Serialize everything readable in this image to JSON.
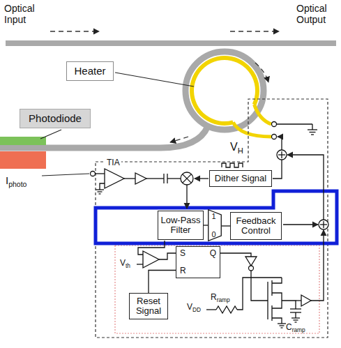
{
  "diagram": {
    "nodes": [
      {
        "text": [
          "Heater"
        ]
      },
      {
        "text": [
          "Photodiode"
        ]
      },
      {
        "text": [
          "Dither Signal"
        ]
      },
      {
        "text": [
          "Low-Pass Filter"
        ]
      },
      {
        "text": [
          "1",
          "0"
        ]
      },
      {
        "text": [
          "Feedback Control"
        ]
      },
      {
        "text": [
          "S",
          "Q",
          "R"
        ]
      },
      {
        "text": [
          "Reset Signal"
        ]
      }
    ],
    "edges": [
      {
        "from": 3,
        "to": 4,
        "arrow": "none"
      },
      {
        "from": 4,
        "to": 5,
        "arrow": "none"
      },
      {
        "from": 7,
        "to": 6,
        "arrow": "none"
      }
    ],
    "labels": [
      "Optical Input",
      "Optical Output",
      "TIA",
      "V",
      "H",
      "I",
      "photo",
      "V",
      "th",
      "R",
      "ramp",
      "V",
      "DD",
      "C",
      "ramp"
    ]
  }
}
